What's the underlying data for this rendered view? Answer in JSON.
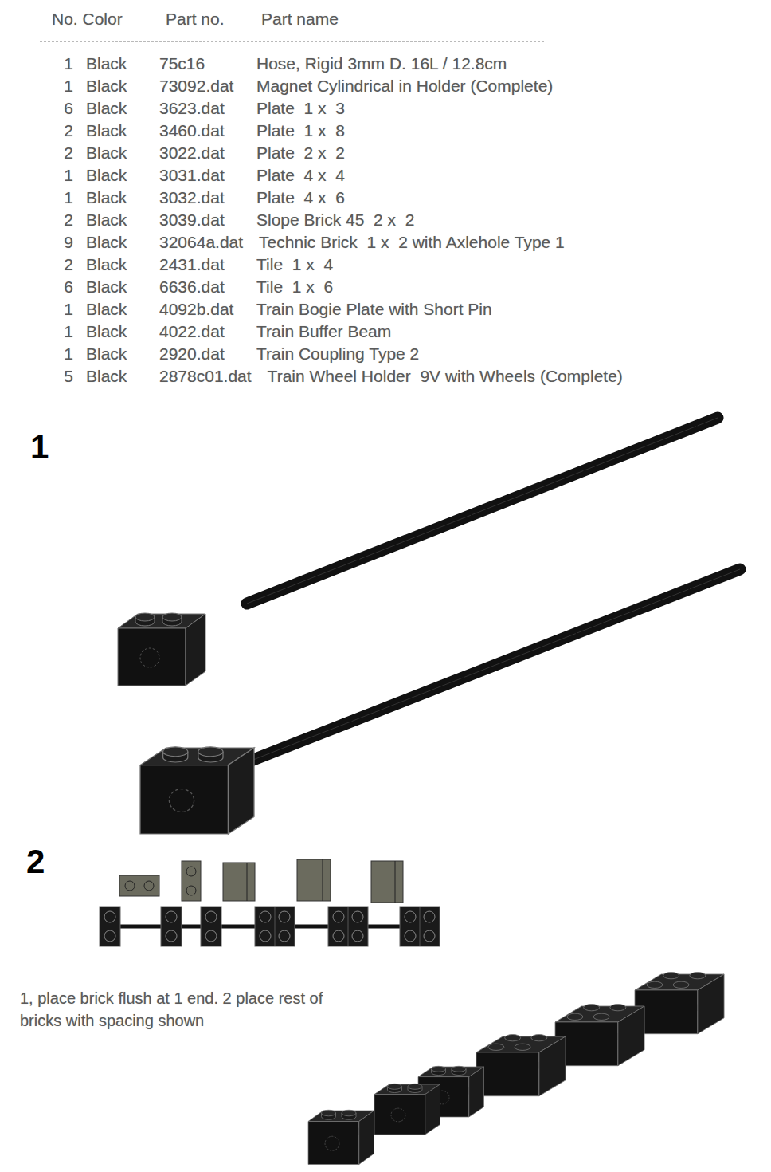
{
  "diagram": {
    "labels": [
      "No. Color",
      "Part no.",
      "Part name",
      "1",
      "Black",
      "75c16",
      "Hose, Rigid 3mm D. 16L / 12.8cm",
      "1",
      "Black",
      "73092.dat",
      "Magnet Cylindrical in Holder (Complete)",
      "6",
      "Black",
      "3623.dat",
      "Plate  1 x  3",
      "2",
      "Black",
      "3460.dat",
      "Plate  1 x  8",
      "2",
      "Black",
      "3022.dat",
      "Plate  2 x  2",
      "1",
      "Black",
      "3031.dat",
      "Plate  4 x  4",
      "1",
      "Black",
      "3032.dat",
      "Plate  4 x  6",
      "2",
      "Black",
      "3039.dat",
      "Slope Brick 45  2 x  2",
      "9",
      "Black",
      "32064a.dat",
      "Technic Brick  1 x  2 with Axlehole Type 1",
      "2",
      "Black",
      "2431.dat",
      "Tile  1 x  4",
      "6",
      "Black",
      "6636.dat",
      "Tile  1 x  6",
      "1",
      "Black",
      "4092b.dat",
      "Train Bogie Plate with Short Pin",
      "1",
      "Black",
      "4022.dat",
      "Train Buffer Beam",
      "1",
      "Black",
      "2920.dat",
      "Train Coupling Type 2",
      "5",
      "Black",
      "2878c01.dat",
      "Train Wheel Holder  9V with Wheels (Complete)",
      "1",
      "2",
      "1, place brick flush at 1 end. 2 place rest of bricks with spacing shown"
    ]
  }
}
